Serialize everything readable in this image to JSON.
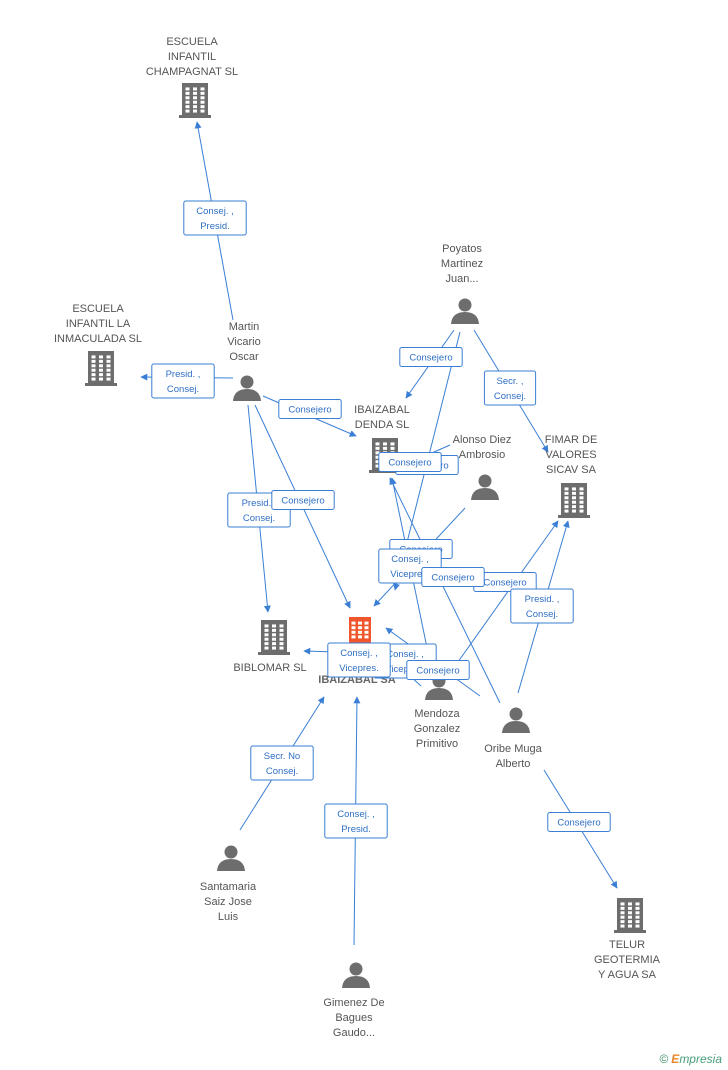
{
  "colors": {
    "edge": "#3a7fd5",
    "company": "#6d6d6d",
    "company_main": "#f0552b",
    "person": "#6d6d6d",
    "label": "#555555"
  },
  "nodes": [
    {
      "id": "escuela_champagnat",
      "type": "company",
      "lines": [
        "ESCUELA",
        "INFANTIL",
        "CHAMPAGNAT SL"
      ]
    },
    {
      "id": "escuela_inmaculada",
      "type": "company",
      "lines": [
        "ESCUELA",
        "INFANTIL LA",
        "INMACULADA SL"
      ]
    },
    {
      "id": "martin",
      "type": "person",
      "lines": [
        "Martin",
        "Vicario",
        "Oscar"
      ]
    },
    {
      "id": "poyatos",
      "type": "person",
      "lines": [
        "Poyatos",
        "Martinez",
        "Juan..."
      ]
    },
    {
      "id": "ibaizabal_denda",
      "type": "company",
      "lines": [
        "IBAIZABAL",
        "DENDA SL"
      ]
    },
    {
      "id": "alonso",
      "type": "person",
      "lines": [
        "Alonso Diez",
        "Ambrosio"
      ]
    },
    {
      "id": "fimar",
      "type": "company",
      "lines": [
        "FIMAR DE",
        "VALORES",
        "SICAV SA"
      ]
    },
    {
      "id": "biblomar",
      "type": "company",
      "lines": [
        "BIBLOMAR SL"
      ]
    },
    {
      "id": "ibaizabal_sa",
      "type": "company_main",
      "lines": [
        "IBAIZABAL SA"
      ]
    },
    {
      "id": "mendoza",
      "type": "person",
      "lines": [
        "Mendoza",
        "Gonzalez",
        "Primitivo"
      ]
    },
    {
      "id": "oribe",
      "type": "person",
      "lines": [
        "Oribe Muga",
        "Alberto"
      ]
    },
    {
      "id": "santamaria",
      "type": "person",
      "lines": [
        "Santamaria",
        "Saiz Jose",
        "Luis"
      ]
    },
    {
      "id": "gimenez",
      "type": "person",
      "lines": [
        "Gimenez De",
        "Bagues",
        "Gaudo..."
      ]
    },
    {
      "id": "telur",
      "type": "company",
      "lines": [
        "TELUR",
        "GEOTERMIA",
        "Y AGUA SA"
      ]
    }
  ],
  "edges": [
    {
      "from": "martin",
      "to": "escuela_champagnat",
      "lines": [
        "Consej. ,",
        "Presid."
      ]
    },
    {
      "from": "martin",
      "to": "escuela_inmaculada",
      "lines": [
        "Presid. ,",
        "Consej."
      ]
    },
    {
      "from": "martin",
      "to": "ibaizabal_denda",
      "lines": [
        "Consejero"
      ]
    },
    {
      "from": "martin",
      "to": "biblomar",
      "lines": [
        "Presid. ,",
        "Consej."
      ]
    },
    {
      "from": "martin",
      "to": "ibaizabal_sa",
      "lines": [
        "Consejero"
      ]
    },
    {
      "from": "poyatos",
      "to": "ibaizabal_denda",
      "lines": [
        "Consejero"
      ]
    },
    {
      "from": "poyatos",
      "to": "fimar",
      "lines": [
        "Secr. ,",
        "Consej."
      ]
    },
    {
      "from": "poyatos",
      "to": "ibaizabal_sa",
      "lines": [
        "Consejero"
      ]
    },
    {
      "from": "alonso",
      "to": "ibaizabal_denda",
      "lines": [
        "Consejero"
      ]
    },
    {
      "from": "alonso",
      "to": "ibaizabal_sa",
      "lines": [
        "Consejero"
      ]
    },
    {
      "from": "mendoza",
      "to": "ibaizabal_denda",
      "lines": [
        "Consej. ,",
        "Vicepres."
      ]
    },
    {
      "from": "mendoza",
      "to": "fimar",
      "lines": [
        "Consejero"
      ]
    },
    {
      "from": "mendoza",
      "to": "ibaizabal_sa",
      "lines": [
        "Consej. ,",
        "Vicepres."
      ]
    },
    {
      "from": "oribe",
      "to": "ibaizabal_denda",
      "lines": [
        "Consejero"
      ]
    },
    {
      "from": "oribe",
      "to": "fimar",
      "lines": [
        "Presid. ,",
        "Consej."
      ]
    },
    {
      "from": "oribe",
      "to": "telur",
      "lines": [
        "Consejero"
      ]
    },
    {
      "from": "oribe",
      "to": "ibaizabal_sa",
      "lines": [
        "Consejero"
      ]
    },
    {
      "from": "ibaizabal_sa",
      "to": "biblomar",
      "lines": [
        "Consej. ,",
        "Vicepres."
      ]
    },
    {
      "from": "santamaria",
      "to": "ibaizabal_sa",
      "lines": [
        "Secr.  No",
        "Consej."
      ]
    },
    {
      "from": "gimenez",
      "to": "ibaizabal_sa",
      "lines": [
        "Consej. ,",
        "Presid."
      ]
    }
  ],
  "watermark": {
    "symbol": "©",
    "brand_first": "E",
    "brand_rest": "mpresia"
  }
}
